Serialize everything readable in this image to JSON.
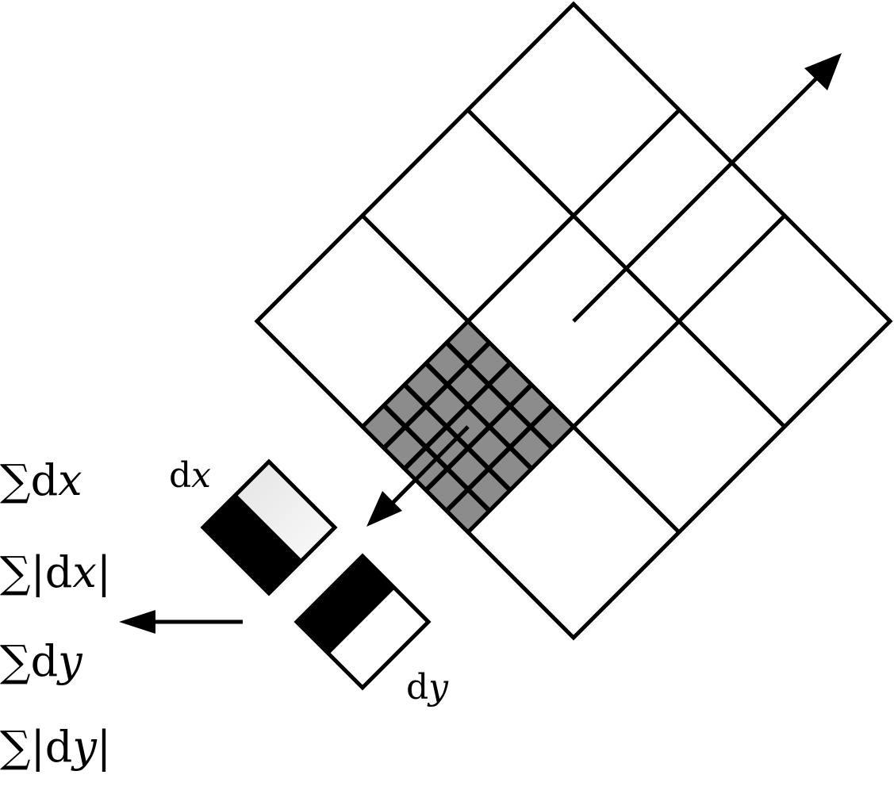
{
  "labels": {
    "dx_filter": {
      "prefix": "d",
      "var": "x"
    },
    "dy_filter": {
      "prefix": "d",
      "var": "y"
    }
  },
  "sums": [
    {
      "sigma": "∑",
      "open": "",
      "prefix": "d",
      "var": "x",
      "close": ""
    },
    {
      "sigma": "∑",
      "open": "|",
      "prefix": "d",
      "var": "x",
      "close": "|"
    },
    {
      "sigma": "∑",
      "open": "",
      "prefix": "d",
      "var": "y",
      "close": ""
    },
    {
      "sigma": "∑",
      "open": "|",
      "prefix": "d",
      "var": "y",
      "close": "|"
    }
  ],
  "colors": {
    "line": "#000000",
    "subregion_fill": "#8c8c8c",
    "subregion_border": "#6e6e6e",
    "haar_dark": "#000000",
    "haar_light": "#ececec",
    "background": "#ffffff"
  }
}
